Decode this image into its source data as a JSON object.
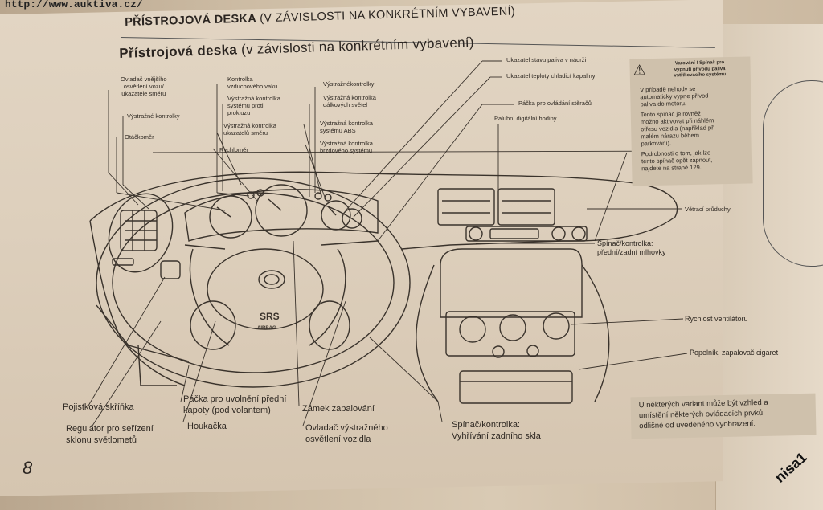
{
  "watermark_url": "http://www.auktiva.cz/",
  "header": {
    "title_bold": "PŘÍSTROJOVÁ DESKA",
    "title_rest": " (V ZÁVISLOSTI NA KONKRÉTNÍM VYBAVENÍ)",
    "subtitle_bold": "Přístrojová deska",
    "subtitle_rest": " (v závislosti na konkrétním vybavení)"
  },
  "labels": {
    "light_switch": "Ovladač vnějšího\nosvětlení vozu/\nukazatele směru",
    "warning_lights": "Výstražné kontrolky",
    "tachometer": "Otáčkoměr",
    "airbag_light": "Kontrolka\nvzduchového vaku",
    "antiskid_light": "Výstražná kontrolka\nsystému proti\nprokluzu",
    "indicator_light": "Výstražná kontrolka\nukazatelů směru",
    "speedometer": "Rychloměr",
    "warning_light": "Výstražnékontrolky",
    "high_beam_light": "Výstražná kontrolka\ndálkových světel",
    "abs_light": "Výstražná kontrolka\nsystému ABS",
    "brake_light": "Výstražná kontrolka\nbrzdového systému",
    "fuel_gauge": "Ukazatel stavu paliva v nádrži",
    "temp_gauge": "Ukazatel teploty chladicí kapaliny",
    "wiper_lever": "Páčka pro ovládání stěračů",
    "clock": "Palubní digitální hodiny",
    "vents": "Větrací průduchy",
    "fog_switch": "Spínač/kontrolka:\npřední/zadní mlhovky",
    "fan_speed": "Rychlost ventilátoru",
    "ashtray": "Popelník, zapalovač cigaret",
    "fuse_box": "Pojistková skříňka",
    "headlamp_leveler": "Regulátor pro seřízení\nsklonu světlometů",
    "bonnet_lever": "Páčka pro uvolnění přední\nkapoty (pod volantem)",
    "horn": "Houkačka",
    "ignition": "Zámek zapalování",
    "hazard": "Ovladač výstražného\nosvětlení vozidla",
    "rear_defrost": "Spínač/kontrolka:\nVyhřívání zadního skla"
  },
  "warning_box": {
    "heading": "Varování ! Spínač pro\nvypnutí přívodu paliva\nvstřikovacího systému",
    "paragraphs": [
      "V případě nehody se\nautomaticky vypne přívod\npaliva do motoru.",
      "Tento spínač je rovněž\nmožno aktivovat při náhlém\notřesu vozidla (například při\nmalém nárazu během\nparkování).",
      "Podrobnosti o tom, jak lze\ntento spínač opět zapnout,\nnajdete na straně 129."
    ]
  },
  "note_box": "U některých variant může být vzhled a\numístění některých ovládacích prvků\nodlišné od uvedeného vyobrazení.",
  "page_number": "8",
  "signature": "nisa1",
  "diagram_text": {
    "srs": "SRS",
    "airbag": "AIRBAG"
  }
}
